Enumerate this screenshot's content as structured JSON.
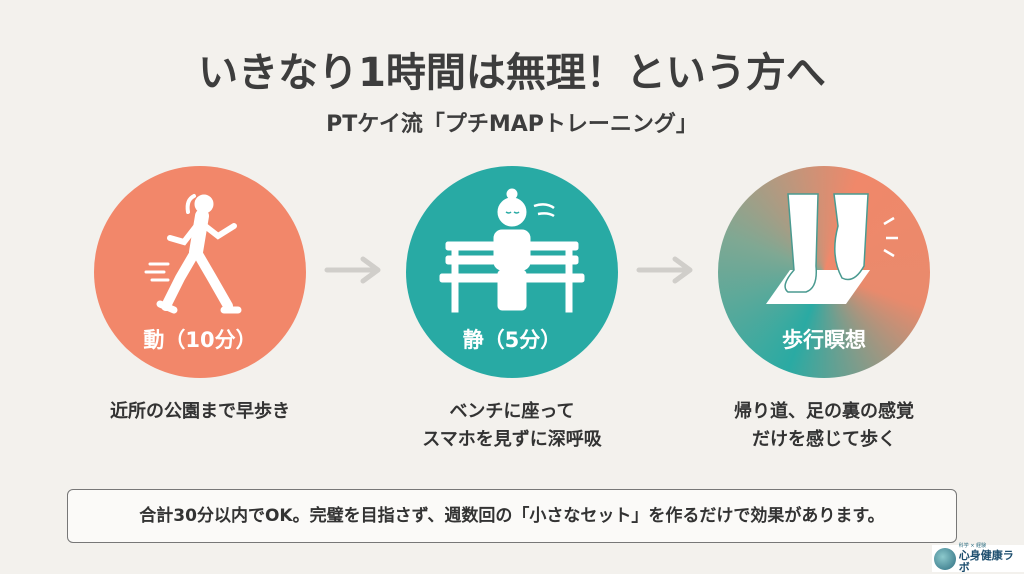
{
  "title": "いきなり1時間は無理！という方へ",
  "subtitle": "PTケイ流「プチMAPトレーニング」",
  "steps": [
    {
      "label": "動（10分）",
      "caption_lines": [
        "近所の公園まで早歩き"
      ],
      "icon": "running-woman-icon",
      "color": "#f2876a"
    },
    {
      "label": "静（5分）",
      "caption_lines": [
        "ベンチに座って",
        "スマホを見ずに深呼吸"
      ],
      "icon": "bench-breathing-icon",
      "color": "#28aaa4"
    },
    {
      "label": "歩行瞑想",
      "caption_lines": [
        "帰り道、足の裏の感覚",
        "だけを感じて歩く"
      ],
      "icon": "feet-walking-icon",
      "color": "#2aaaa3"
    }
  ],
  "note": "合計30分以内でOK。完璧を目指さず、週数回の「小さなセット」を作るだけで効果があります。",
  "logo": {
    "small": "科学 × 経験",
    "main": "心身健康ラボ"
  }
}
